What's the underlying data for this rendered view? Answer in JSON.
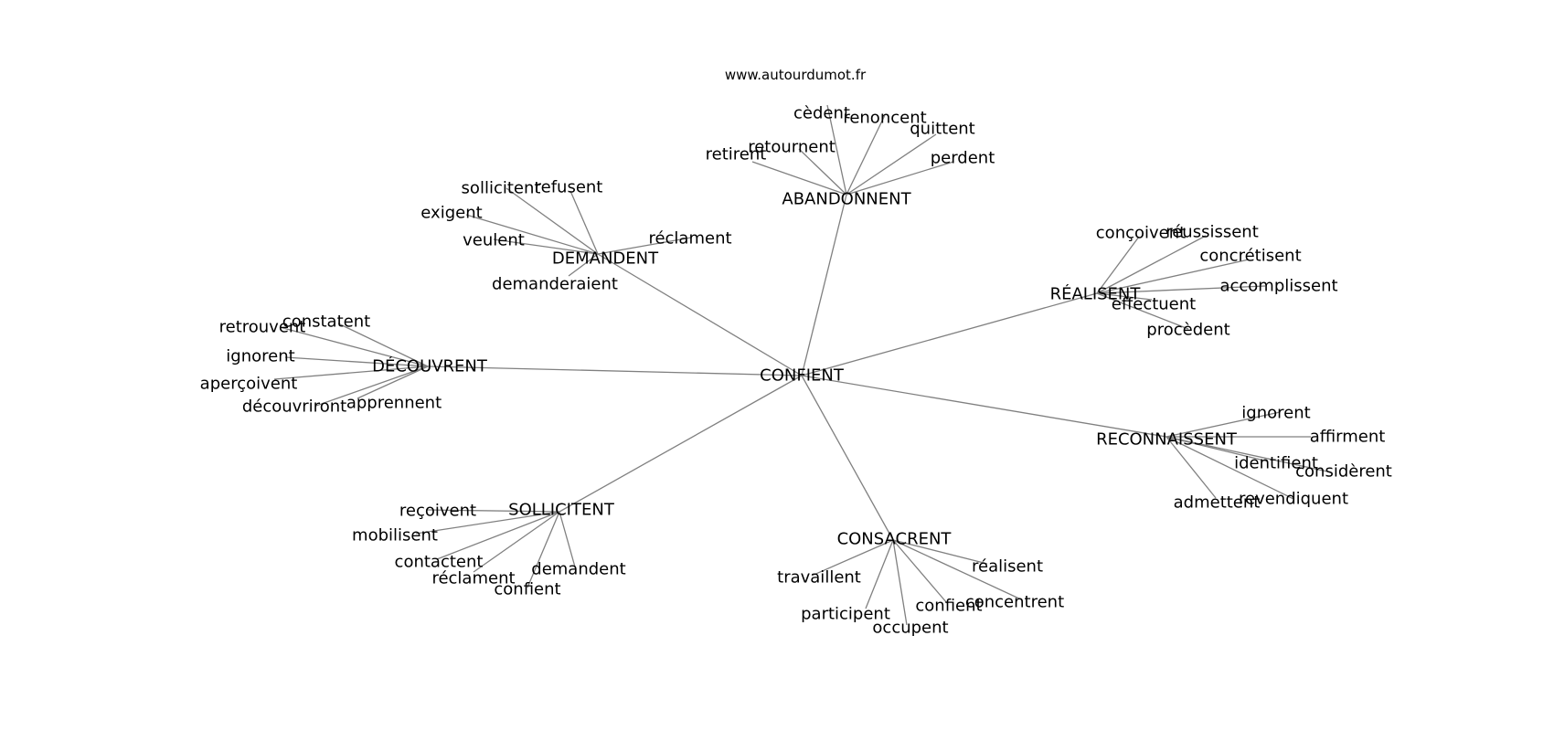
{
  "site": {
    "watermark": "www.autourdumot.fr"
  },
  "colors": {
    "edge": "#808080",
    "text": "#000000",
    "background": "#ffffff"
  },
  "graph": {
    "center": "CONFIENT",
    "clusters": [
      {
        "id": "abandonnent",
        "label": "ABANDONNENT",
        "words": [
          "cèdent",
          "renoncent",
          "quittent",
          "retournent",
          "retirent",
          "perdent"
        ]
      },
      {
        "id": "demandent",
        "label": "DEMANDENT",
        "words": [
          "sollicitent",
          "refusent",
          "exigent",
          "veulent",
          "réclament",
          "demanderaient"
        ]
      },
      {
        "id": "realisent",
        "label": "RÉALISENT",
        "words": [
          "conçoivent",
          "réussissent",
          "concrétisent",
          "accomplissent",
          "effectuent",
          "procèdent"
        ]
      },
      {
        "id": "decouvrent",
        "label": "DÉCOUVRENT",
        "words": [
          "constatent",
          "retrouvent",
          "ignorent",
          "aperçoivent",
          "découvriront",
          "apprennent"
        ]
      },
      {
        "id": "reconnaissent",
        "label": "RECONNAISSENT",
        "words": [
          "ignorent",
          "affirment",
          "identifient",
          "considèrent",
          "admettent",
          "revendiquent"
        ]
      },
      {
        "id": "sollicitent",
        "label": "SOLLICITENT",
        "words": [
          "reçoivent",
          "mobilisent",
          "contactent",
          "réclament",
          "confient",
          "demandent"
        ]
      },
      {
        "id": "consacrent",
        "label": "CONSACRENT",
        "words": [
          "travaillent",
          "réalisent",
          "participent",
          "occupent",
          "confient",
          "concentrent"
        ]
      }
    ]
  }
}
